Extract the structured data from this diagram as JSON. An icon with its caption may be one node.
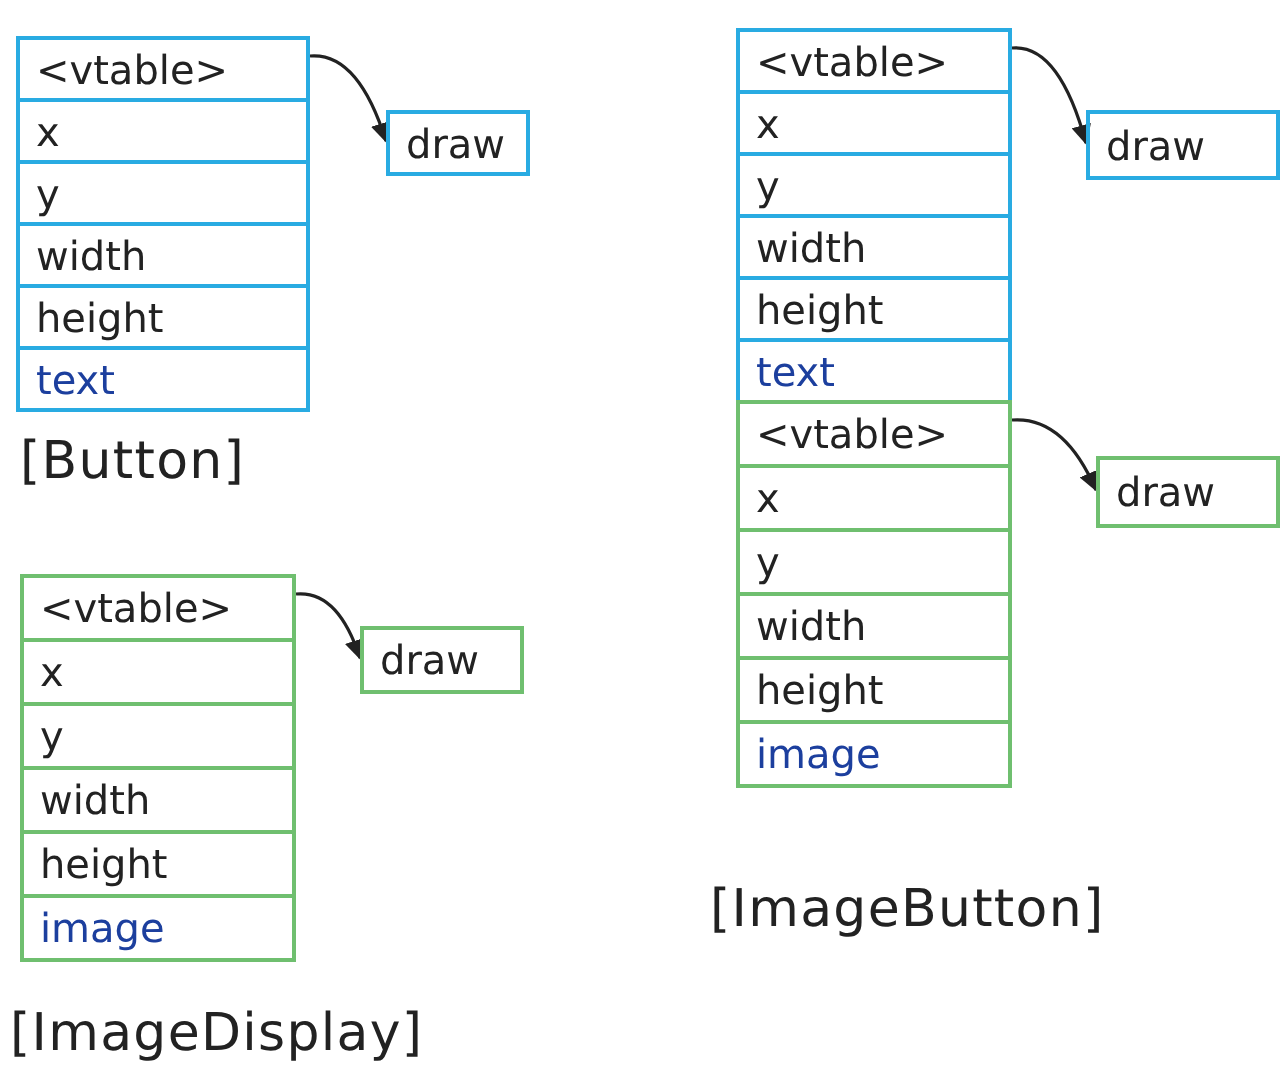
{
  "diagram": {
    "nodes": [
      {
        "text": [
          "<vtable>"
        ]
      },
      {
        "text": [
          "x"
        ]
      },
      {
        "text": [
          "y"
        ]
      },
      {
        "text": [
          "width"
        ]
      },
      {
        "text": [
          "height"
        ]
      },
      {
        "text": [
          "text"
        ]
      },
      {
        "text": [
          "draw"
        ]
      },
      {
        "text": [
          "<vtable>"
        ]
      },
      {
        "text": [
          "x"
        ]
      },
      {
        "text": [
          "y"
        ]
      },
      {
        "text": [
          "width"
        ]
      },
      {
        "text": [
          "height"
        ]
      },
      {
        "text": [
          "text"
        ]
      },
      {
        "text": [
          "<vtable>"
        ]
      },
      {
        "text": [
          "x"
        ]
      },
      {
        "text": [
          "y"
        ]
      },
      {
        "text": [
          "width"
        ]
      },
      {
        "text": [
          "height"
        ]
      },
      {
        "text": [
          "image"
        ]
      },
      {
        "text": [
          "draw"
        ]
      },
      {
        "text": [
          "draw"
        ]
      },
      {
        "text": [
          "<vtable>"
        ]
      },
      {
        "text": [
          "x"
        ]
      },
      {
        "text": [
          "y"
        ]
      },
      {
        "text": [
          "width"
        ]
      },
      {
        "text": [
          "height"
        ]
      },
      {
        "text": [
          "image"
        ]
      },
      {
        "text": [
          "draw"
        ]
      }
    ],
    "edges": [
      {
        "from": 0,
        "to": 6,
        "arrow": "to"
      },
      {
        "from": 7,
        "to": 19,
        "arrow": "to"
      },
      {
        "from": 13,
        "to": 20,
        "arrow": "to"
      },
      {
        "from": 21,
        "to": 27,
        "arrow": "to"
      }
    ],
    "labels": [
      "[Button]",
      "[ImageButton]",
      "[ImageDisplay]"
    ]
  }
}
